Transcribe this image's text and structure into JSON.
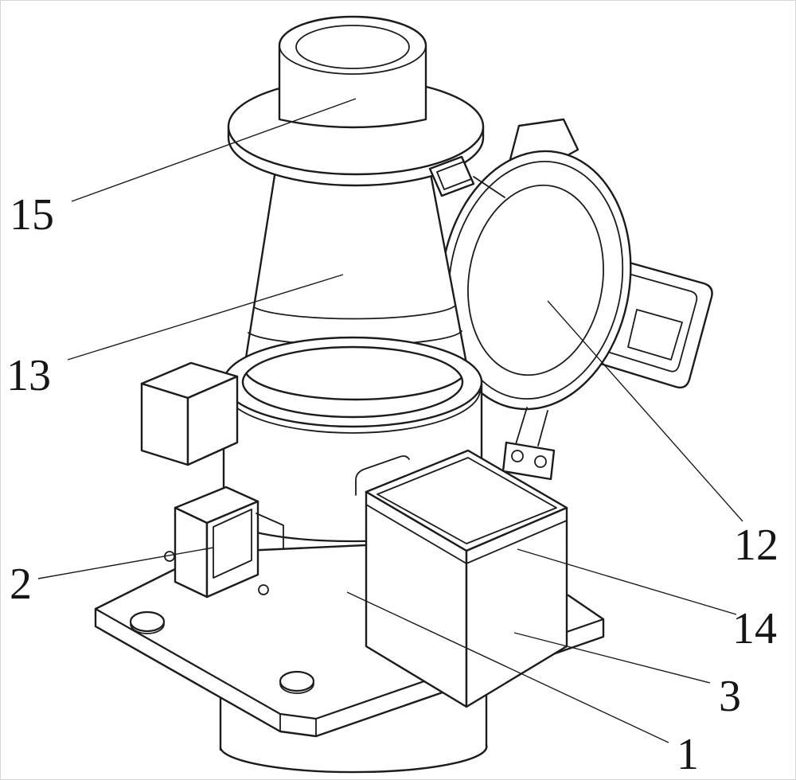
{
  "figure": {
    "type": "patent-line-drawing",
    "description": "Isometric line drawing of a valve/connector housing assembly with top tube, flange, tapered neck, open flip cap, latch, connector block and mounting base",
    "colors": {
      "background": "#ffffff",
      "line": "#1c1c1c"
    },
    "labels": [
      {
        "id": "15",
        "text": "15"
      },
      {
        "id": "13",
        "text": "13"
      },
      {
        "id": "2",
        "text": "2"
      },
      {
        "id": "12",
        "text": "12"
      },
      {
        "id": "14",
        "text": "14"
      },
      {
        "id": "3",
        "text": "3"
      },
      {
        "id": "1",
        "text": "1"
      }
    ]
  }
}
